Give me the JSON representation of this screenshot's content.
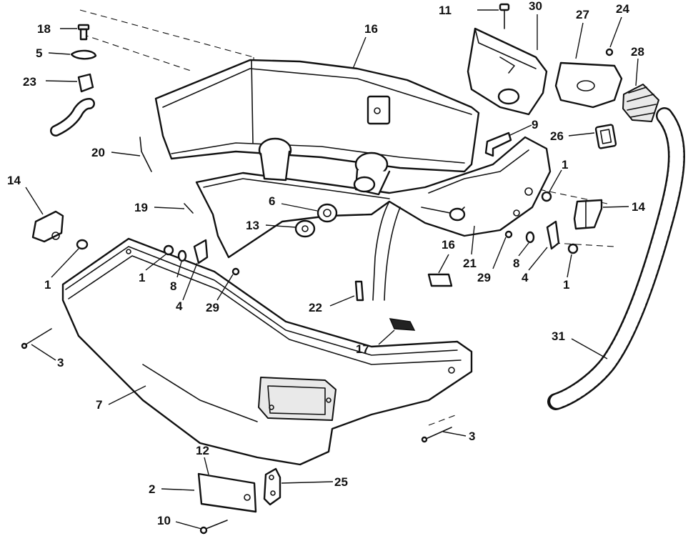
{
  "callouts": [
    {
      "id": "c18",
      "label": "18"
    },
    {
      "id": "c5",
      "label": "5"
    },
    {
      "id": "c23",
      "label": "23"
    },
    {
      "id": "c16a",
      "label": "16"
    },
    {
      "id": "c11",
      "label": "11"
    },
    {
      "id": "c30",
      "label": "30"
    },
    {
      "id": "c27",
      "label": "27"
    },
    {
      "id": "c24",
      "label": "24"
    },
    {
      "id": "c28",
      "label": "28"
    },
    {
      "id": "c20",
      "label": "20"
    },
    {
      "id": "c9",
      "label": "9"
    },
    {
      "id": "c26",
      "label": "26"
    },
    {
      "id": "c1a",
      "label": "1"
    },
    {
      "id": "c14a",
      "label": "14"
    },
    {
      "id": "c19",
      "label": "19"
    },
    {
      "id": "c6",
      "label": "6"
    },
    {
      "id": "c14b",
      "label": "14"
    },
    {
      "id": "c13",
      "label": "13"
    },
    {
      "id": "c16b",
      "label": "16"
    },
    {
      "id": "c21",
      "label": "21"
    },
    {
      "id": "c29a",
      "label": "29"
    },
    {
      "id": "c8a",
      "label": "8"
    },
    {
      "id": "c4a",
      "label": "4"
    },
    {
      "id": "c1b",
      "label": "1"
    },
    {
      "id": "c1c",
      "label": "1"
    },
    {
      "id": "c1d",
      "label": "1"
    },
    {
      "id": "c8b",
      "label": "8"
    },
    {
      "id": "c4b",
      "label": "4"
    },
    {
      "id": "c29b",
      "label": "29"
    },
    {
      "id": "c22",
      "label": "22"
    },
    {
      "id": "c17",
      "label": "17"
    },
    {
      "id": "c31",
      "label": "31"
    },
    {
      "id": "c3a",
      "label": "3"
    },
    {
      "id": "c7",
      "label": "7"
    },
    {
      "id": "c3b",
      "label": "3"
    },
    {
      "id": "c12",
      "label": "12"
    },
    {
      "id": "c2",
      "label": "2"
    },
    {
      "id": "c25",
      "label": "25"
    },
    {
      "id": "c10",
      "label": "10"
    }
  ]
}
